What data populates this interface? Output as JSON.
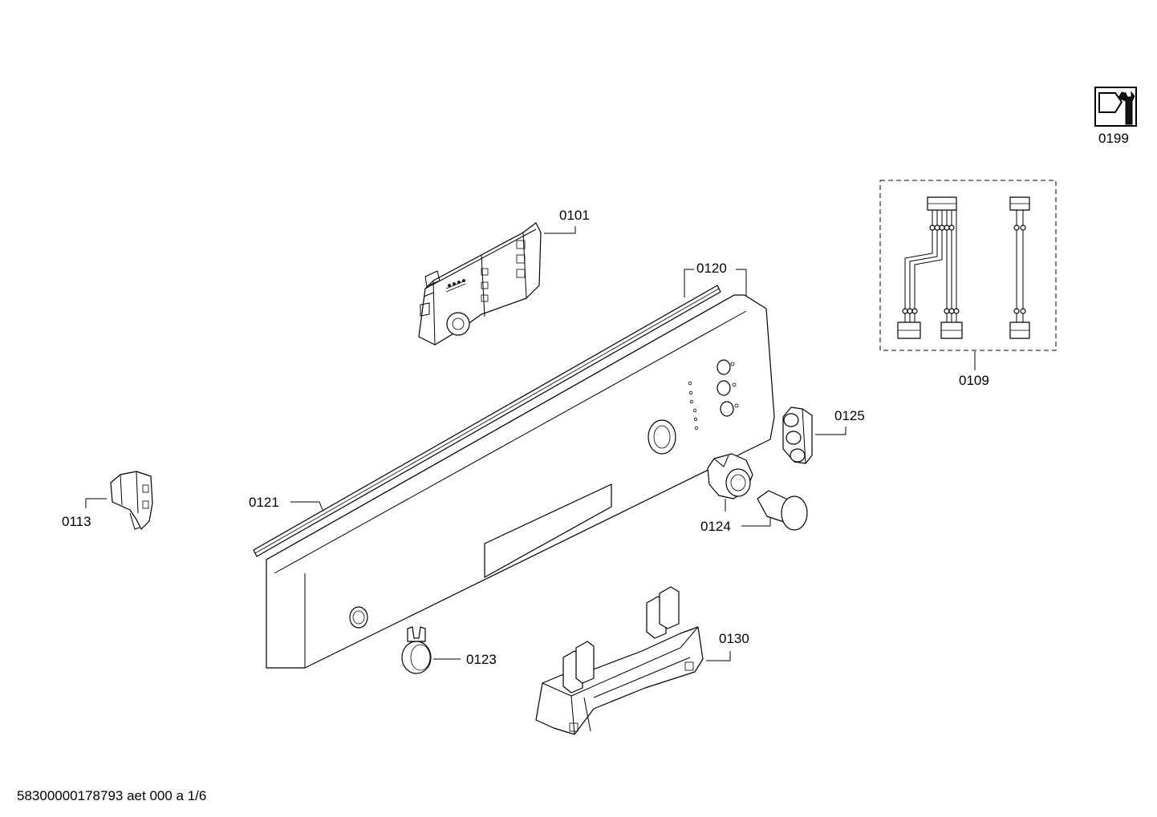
{
  "diagram": {
    "labels": {
      "p0101": "0101",
      "p0109": "0109",
      "p0113": "0113",
      "p0120": "0120",
      "p0121": "0121",
      "p0123": "0123",
      "p0124": "0124",
      "p0125": "0125",
      "p0130": "0130",
      "p0199": "0199"
    },
    "footer": "58300000178793 aet 000 a 1/6",
    "icons": {
      "service_kit": "wrench-nut-icon"
    }
  }
}
